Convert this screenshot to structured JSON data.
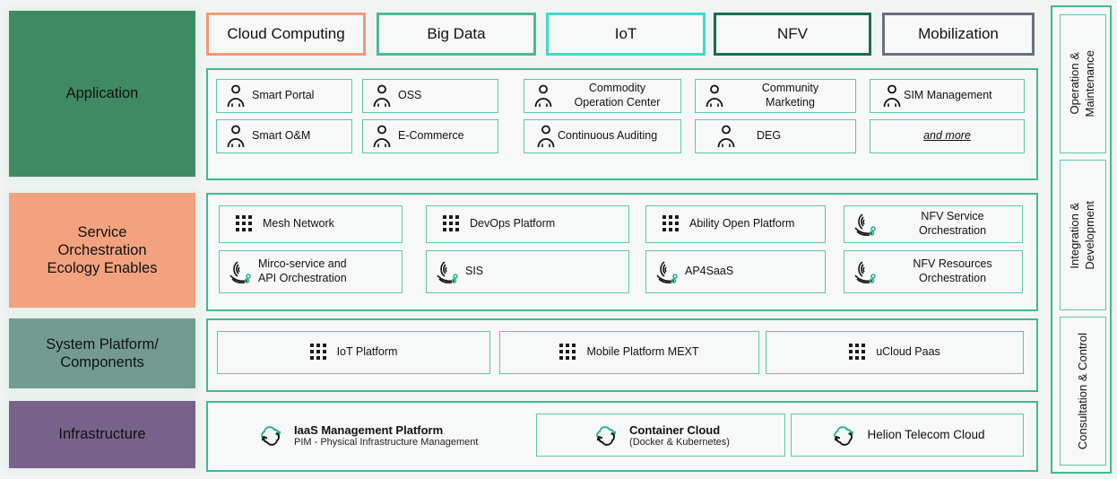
{
  "colors": {
    "teal_border": "#3dba95",
    "cell_border": "#5ec5ac",
    "application_block": "#408a63",
    "service_block": "#f3a280",
    "system_block": "#749b92",
    "infrastructure_block": "#77628b",
    "tab_cloud_computing": "#f0997a",
    "tab_big_data": "#4cb99b",
    "tab_iot": "#3ddbd0",
    "tab_nfv": "#1f6b50",
    "tab_mobilization": "#667080",
    "icon_green": "#23b37f",
    "panel_bg": "#f7f8f8",
    "page_bg": "#f2f4f3"
  },
  "layers": [
    {
      "id": "application",
      "label": "Application"
    },
    {
      "id": "service",
      "label": "Service\nOrchestration\nEcology Enables"
    },
    {
      "id": "system",
      "label": "System Platform/\nComponents"
    },
    {
      "id": "infrastructure",
      "label": "Infrastructure"
    }
  ],
  "tabs": [
    {
      "label": "Cloud Computing",
      "color": "#f0997a"
    },
    {
      "label": "Big Data",
      "color": "#4cb99b"
    },
    {
      "label": "IoT",
      "color": "#3ddbd0"
    },
    {
      "label": "NFV",
      "color": "#1f6b50"
    },
    {
      "label": "Mobilization",
      "color": "#667080"
    }
  ],
  "application_items": [
    {
      "label": "Smart Portal",
      "icon": "person-icon"
    },
    {
      "label": "OSS",
      "icon": "person-icon"
    },
    {
      "label": "Commodity\nOperation Center",
      "icon": "person-icon"
    },
    {
      "label": "Community\nMarketing",
      "icon": "person-icon"
    },
    {
      "label": "SIM Management",
      "icon": "person-icon"
    },
    {
      "label": "Smart O&M",
      "icon": "person-icon"
    },
    {
      "label": "E-Commerce",
      "icon": "person-icon"
    },
    {
      "label": "Continuous Auditing",
      "icon": "person-icon"
    },
    {
      "label": "DEG",
      "icon": "person-icon"
    },
    {
      "label": "and more",
      "icon": "none"
    }
  ],
  "service_items": [
    {
      "label": "Mesh Network",
      "icon": "grid-icon"
    },
    {
      "label": "DevOps Platform",
      "icon": "grid-icon"
    },
    {
      "label": "Ability Open Platform",
      "icon": "grid-icon"
    },
    {
      "label": "NFV Service\nOrchestration",
      "icon": "orchestration-icon"
    },
    {
      "label": "Mirco-service and\nAPI Orchestration",
      "icon": "orchestration-icon"
    },
    {
      "label": "SIS",
      "icon": "orchestration-icon"
    },
    {
      "label": "AP4SaaS",
      "icon": "orchestration-icon"
    },
    {
      "label": "NFV Resources\nOrchestration",
      "icon": "orchestration-icon"
    }
  ],
  "system_items": [
    {
      "label": "IoT Platform",
      "icon": "grid-icon"
    },
    {
      "label": "Mobile Platform MEXT",
      "icon": "grid-icon"
    },
    {
      "label": "uCloud Paas",
      "icon": "grid-icon"
    }
  ],
  "infrastructure_items": [
    {
      "title": "IaaS Management Platform",
      "subtitle": "PIM - Physical Infrastructure Management",
      "icon": "cloud-icon",
      "boxed": false
    },
    {
      "title": "Container Cloud",
      "subtitle": "(Docker & Kubernetes)",
      "icon": "cloud-icon",
      "boxed": true
    },
    {
      "title": "Helion Telecom Cloud",
      "subtitle": "",
      "icon": "cloud-icon",
      "boxed": true
    }
  ],
  "rail_items": [
    {
      "label": "Operation &\nMaintenance"
    },
    {
      "label": "Integration &\nDevelopment"
    },
    {
      "label": "Consultation & Control"
    }
  ]
}
